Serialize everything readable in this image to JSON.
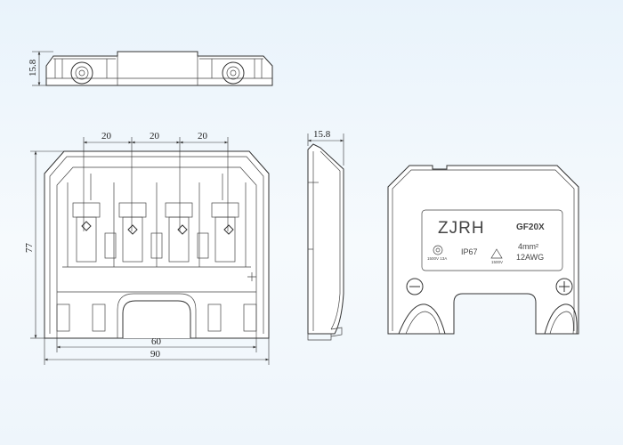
{
  "dimensions": {
    "top_height": "15.8",
    "pitch_1": "20",
    "pitch_2": "20",
    "pitch_3": "20",
    "side_width": "15.8",
    "front_height": "77",
    "inner_width": "60",
    "total_width": "90"
  },
  "cover_label": {
    "brand": "ZJRH",
    "model": "GF20X",
    "cert_rating": "1500V 13A",
    "ip_rating": "IP67",
    "warning_rating": "1500V",
    "wire_metric": "4mm²",
    "wire_awg": "12AWG"
  },
  "symbols": {
    "minus": "minus-icon",
    "plus": "plus-icon",
    "warning": "warning-triangle-icon",
    "certification": "certification-mark-icon"
  }
}
